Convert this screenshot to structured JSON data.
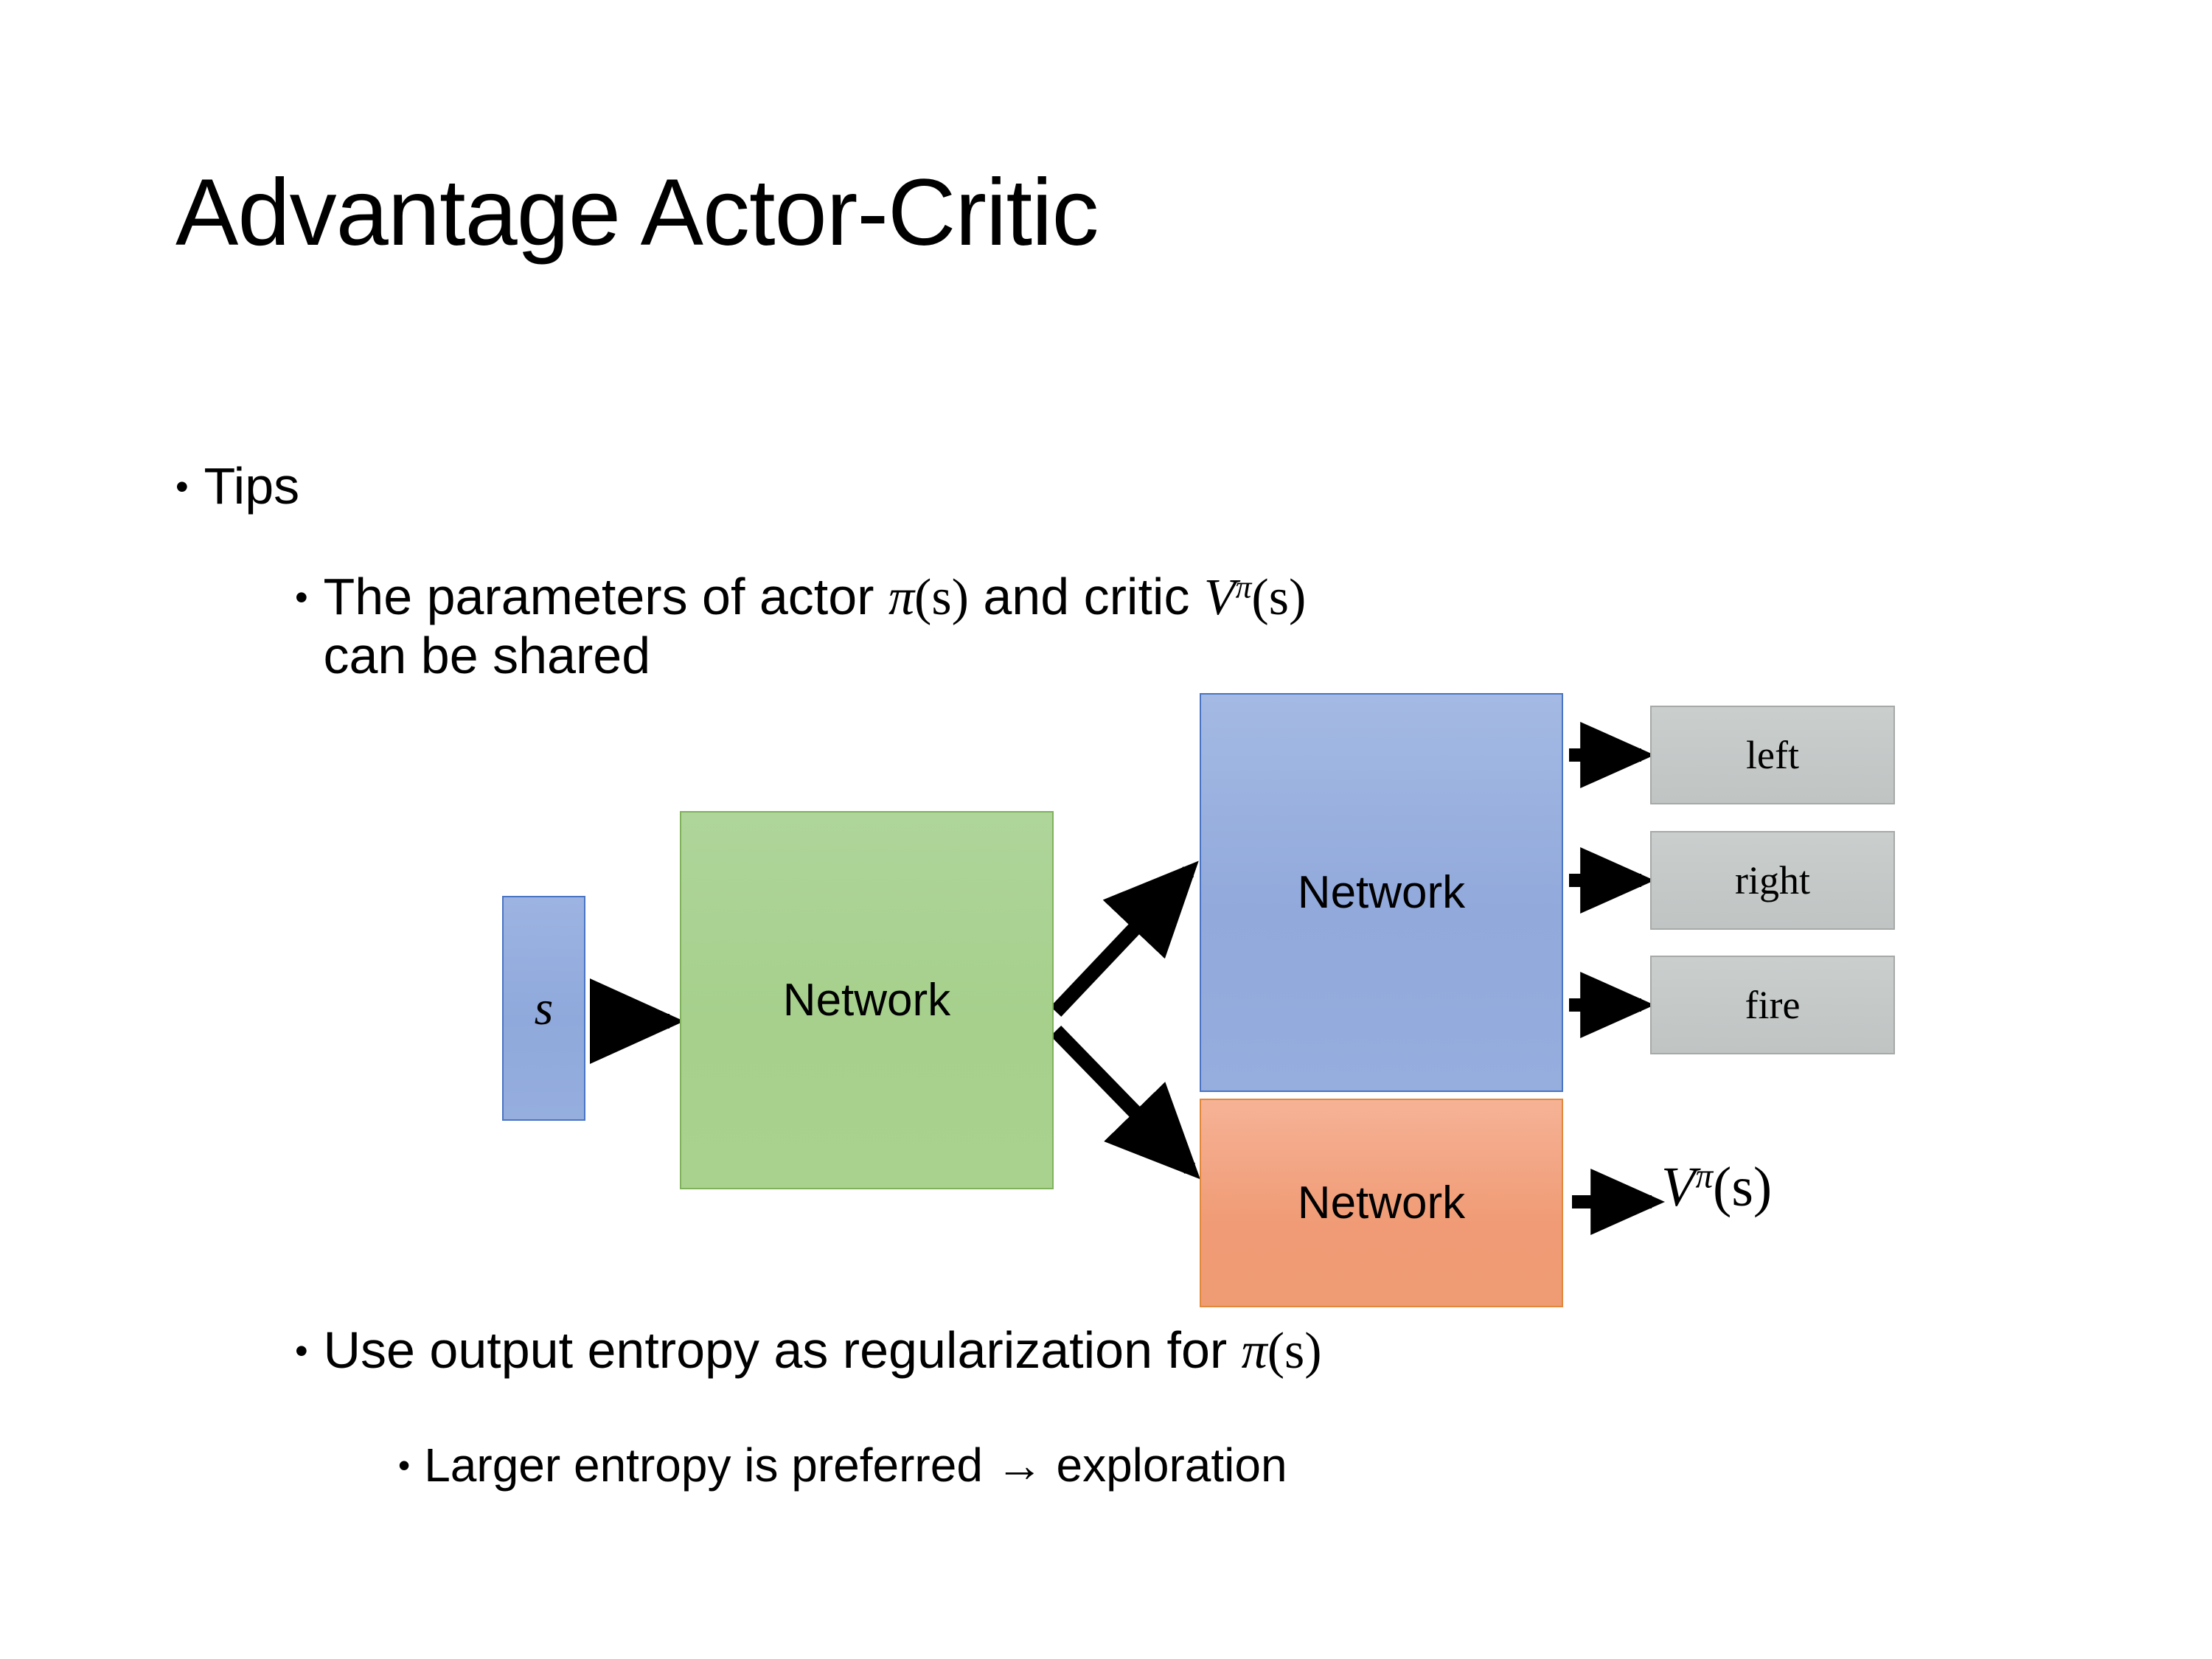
{
  "slide": {
    "title": "Advantage Actor-Critic",
    "background_color": "#FFFFFF",
    "text_color": "#000000"
  },
  "bullets": {
    "tips": "Tips",
    "params_line_part1": "The parameters of actor ",
    "params_pi": "π",
    "params_paren_s1": "(s)",
    "params_mid": " and critic ",
    "params_V": "V",
    "params_sup": "π",
    "params_paren_s2": "(s)",
    "params_line2": "can be shared",
    "entropy_text": "Use output entropy as regularization for ",
    "entropy_pi": "π",
    "entropy_paren_s": "(s)",
    "larger_entropy": "Larger entropy is preferred → exploration"
  },
  "diagram": {
    "state_label": "s",
    "shared_network_label": "Network",
    "actor_network_label": "Network",
    "critic_network_label": "Network",
    "outputs": [
      {
        "label": "left"
      },
      {
        "label": "right"
      },
      {
        "label": "fire"
      }
    ],
    "critic_output": {
      "V": "V",
      "sup": "π",
      "arg": "(s)"
    },
    "colors": {
      "state_fill": "#95AEDE",
      "state_border": "#4A74C4",
      "shared_fill": "#A9D28F",
      "shared_border": "#7FB25B",
      "actor_fill": "#96AEDE",
      "actor_border": "#4A74C4",
      "critic_fill": "#EF9B74",
      "critic_border": "#E1883C",
      "output_fill": "#C4C8C7",
      "output_border": "#A6A9A8",
      "arrow_color": "#000000"
    }
  }
}
